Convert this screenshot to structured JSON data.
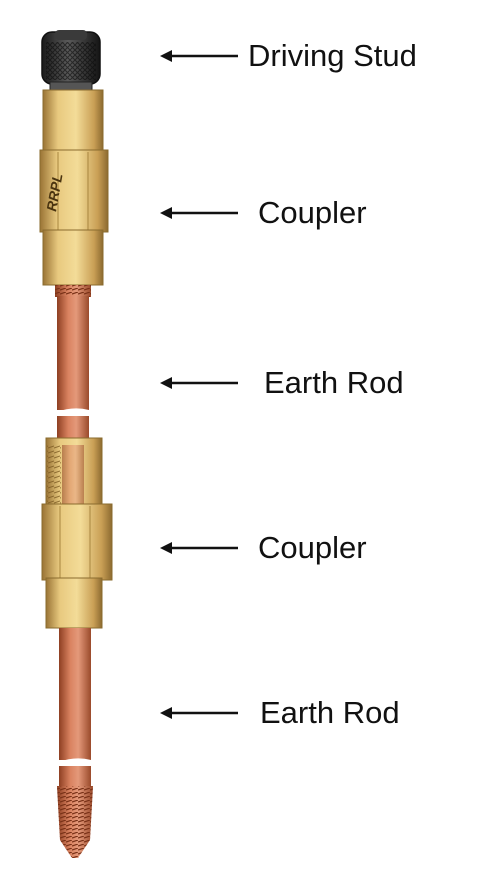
{
  "labels": {
    "driving_stud": "Driving Stud",
    "coupler_top": "Coupler",
    "earth_rod_top": "Earth Rod",
    "coupler_bottom": "Coupler",
    "earth_rod_bottom": "Earth Rod"
  },
  "brand_mark": "RRPL",
  "colors": {
    "brass": "#d9b56a",
    "copper": "#c86a47",
    "stud": "#2a2a2a",
    "text": "#111111"
  }
}
